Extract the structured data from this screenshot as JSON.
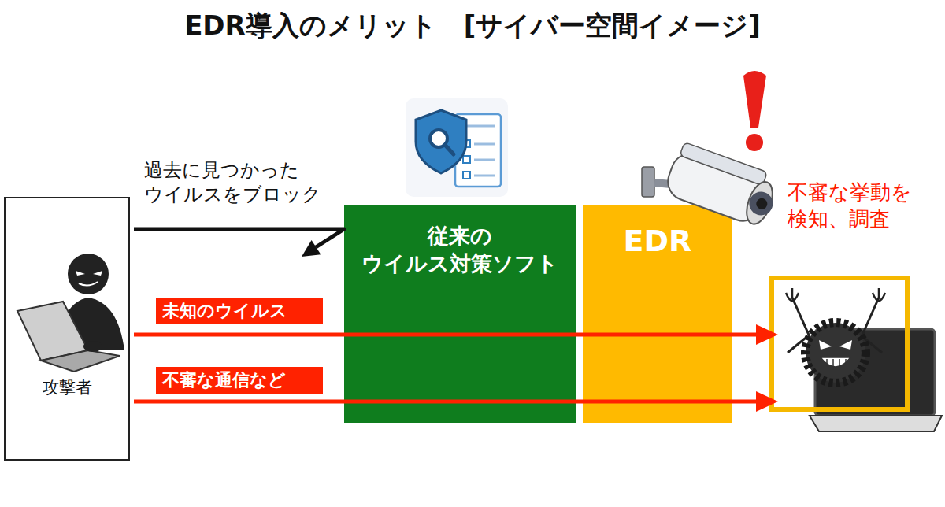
{
  "diagram": {
    "title": "EDR導入のメリット　[サイバー空間イメージ]",
    "nodes": [
      {
        "text": [
          "攻撃者"
        ]
      },
      {
        "text": [
          "従来の ウイルス対策ソフト"
        ]
      },
      {
        "text": [
          "EDR"
        ]
      }
    ],
    "labels": [
      "過去に見つかった ウイルスをブロック",
      "未知のウイルス",
      "不審な通信など",
      "不審な挙動を 検知、調査"
    ]
  }
}
